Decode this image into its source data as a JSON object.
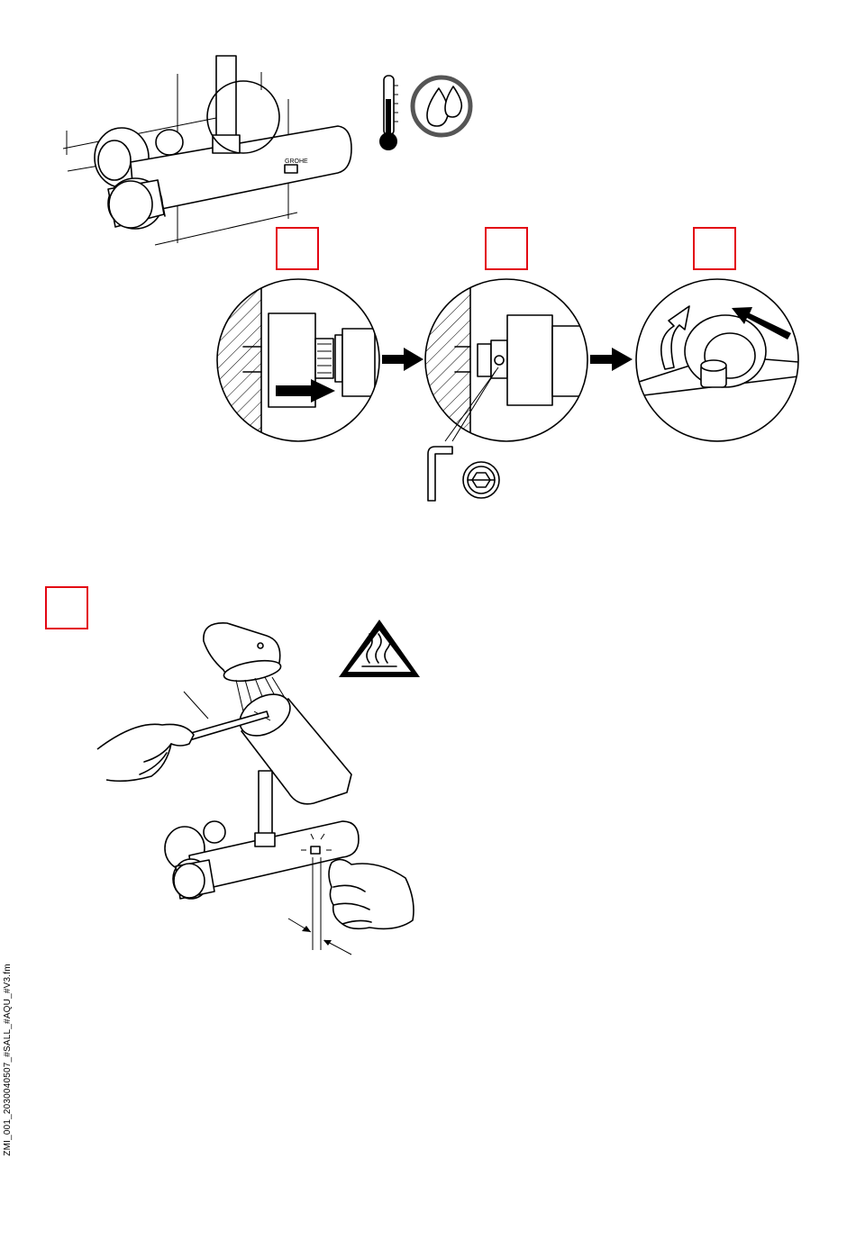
{
  "document": {
    "steps": [
      {
        "id": "step-a",
        "label": ""
      },
      {
        "id": "step-b",
        "label": ""
      },
      {
        "id": "step-c",
        "label": ""
      },
      {
        "id": "step-d",
        "label": ""
      }
    ],
    "valve_label": "GROHE",
    "footer_filename": "ZMI_001_2030040507_#SALL_#AQU_#V3.fm"
  },
  "colors": {
    "step_box_border": "#e30613",
    "line": "#000000",
    "background": "#ffffff"
  },
  "icons": [
    "thermometer-icon",
    "water-drops-icon",
    "allen-key-icon",
    "screw-head-icon",
    "hot-surface-warning-icon",
    "arrow-right-icon",
    "rotate-arrow-icon"
  ]
}
